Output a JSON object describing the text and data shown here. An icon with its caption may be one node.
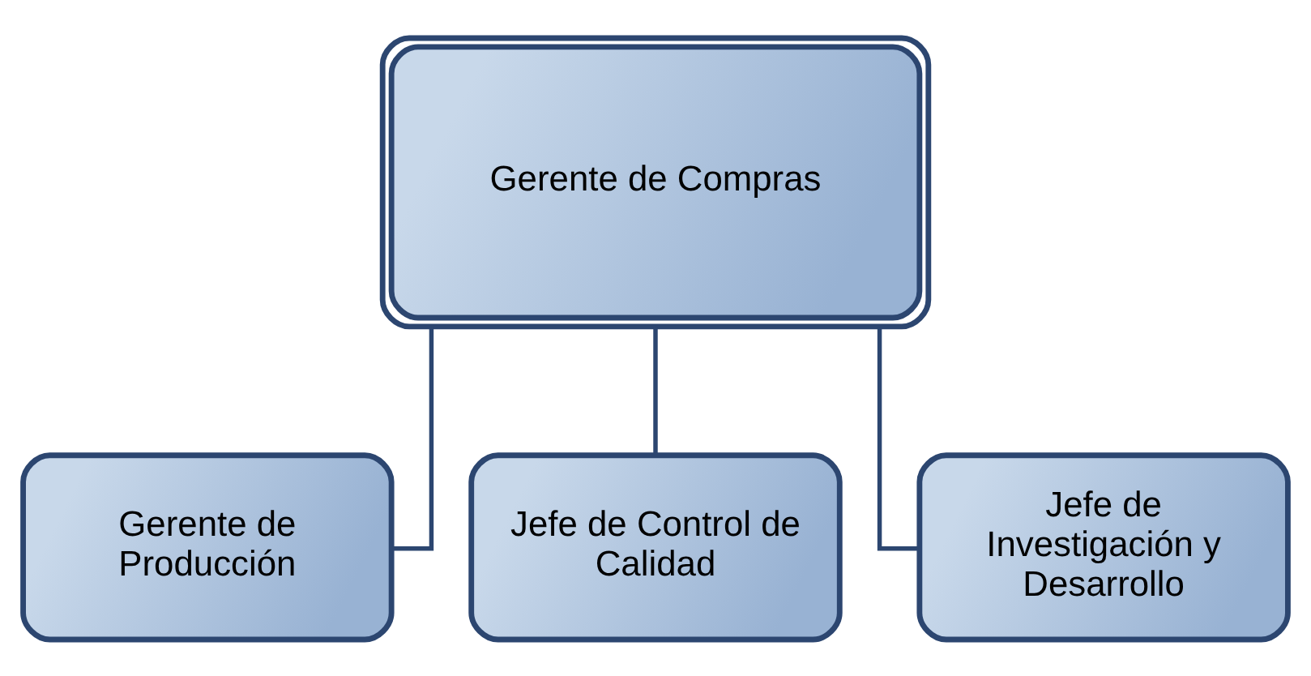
{
  "diagram": {
    "nodes": [
      {
        "text": [
          "Gerente de Compras"
        ]
      },
      {
        "text": [
          "Gerente de Producción"
        ]
      },
      {
        "text": [
          "Jefe de Control de Calidad"
        ]
      },
      {
        "text": [
          "Jefe de Investigación y Desarrollo"
        ]
      }
    ],
    "edges": [
      {
        "from": 0,
        "to": 1,
        "arrow": "none"
      },
      {
        "from": 0,
        "to": 2,
        "arrow": "none"
      },
      {
        "from": 0,
        "to": 3,
        "arrow": "none"
      }
    ]
  }
}
